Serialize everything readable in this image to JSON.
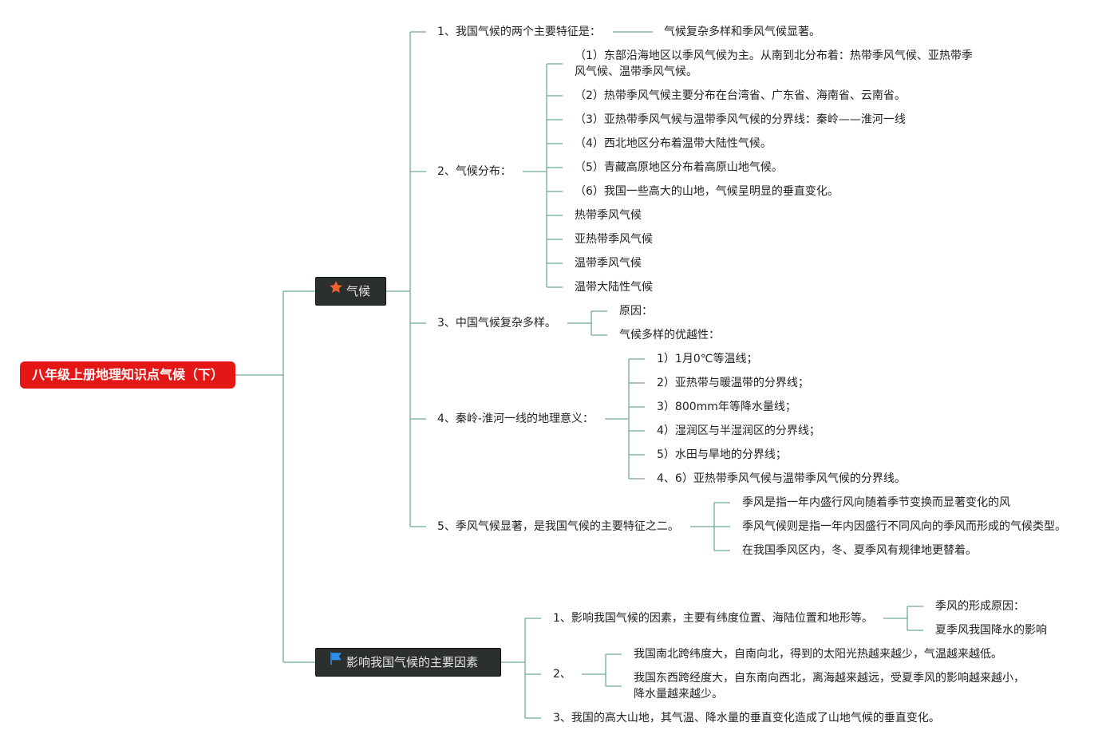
{
  "colors": {
    "connector": "#6fa89c",
    "root_bg": "#e51616",
    "root_text": "#ffffff",
    "mid_bg": "#2b2f2d",
    "mid_text": "#e6e6e6",
    "star": "#f0612b",
    "flag": "#2f8fe8"
  },
  "root": {
    "label": "八年级上册地理知识点气候（下）"
  },
  "climate": {
    "label": "气候",
    "icon": "star-icon",
    "items": {
      "features": {
        "label": "1、我国气候的两个主要特征是：",
        "answer": "气候复杂多样和季风气候显著。"
      },
      "distribution": {
        "label": "2、气候分布：",
        "children": [
          "（1）东部沿海地区以季风气候为主。从南到北分布着：热带季风气候、亚热带季风气候、温带季风气候。",
          "（2）热带季风气候主要分布在台湾省、广东省、海南省、云南省。",
          "（3）亚热带季风气候与温带季风气候的分界线：秦岭——淮河一线",
          "（4）西北地区分布着温带大陆性气候。",
          "（5）青藏高原地区分布着高原山地气候。",
          "（6）我国一些高大的山地，气候呈明显的垂直变化。",
          "热带季风气候",
          "亚热带季风气候",
          "温带季风气候",
          "温带大陆性气候"
        ]
      },
      "complexity": {
        "label": "3、中国气候复杂多样。",
        "children": [
          "原因：",
          "气候多样的优越性："
        ]
      },
      "qinling": {
        "label": "4、秦岭-淮河一线的地理意义：",
        "children": [
          "1）1月0℃等温线；",
          "2）亚热带与暖温带的分界线；",
          "3）800mm年等降水量线；",
          "4）湿润区与半湿润区的分界线；",
          "5）水田与旱地的分界线；",
          "4、6）亚热带季风气候与温带季风气候的分界线。"
        ]
      },
      "monsoon": {
        "label": "5、季风气候显著，是我国气候的主要特征之二。",
        "children": [
          "季风是指一年内盛行风向随着季节变换而显著变化的风",
          "季风气候则是指一年内因盛行不同风向的季风而形成的气候类型。",
          "在我国季风区内，冬、夏季风有规律地更替着。"
        ]
      }
    }
  },
  "factors": {
    "label": "影响我国气候的主要因素",
    "icon": "flag-icon",
    "items": {
      "f1": {
        "label": "1、影响我国气候的因素，主要有纬度位置、海陆位置和地形等。",
        "children": [
          "季风的形成原因：",
          "夏季风我国降水的影响"
        ]
      },
      "f2": {
        "label": "2、",
        "children": [
          "我国南北跨纬度大，自南向北，得到的太阳光热越来越少，气温越来越低。",
          "我国东西跨经度大，自东南向西北，离海越来越远，受夏季风的影响越来越小，降水量越来越少。"
        ]
      },
      "f3": {
        "label": "3、我国的高大山地，其气温、降水量的垂直变化造成了山地气候的垂直变化。"
      }
    }
  }
}
